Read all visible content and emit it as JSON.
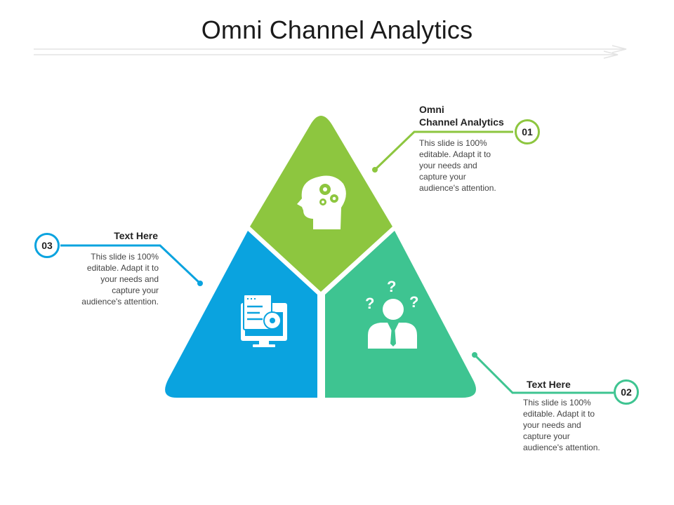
{
  "slide": {
    "title": "Omni Channel Analytics"
  },
  "colors": {
    "green": "#8dc63f",
    "blue": "#0aa3df",
    "teal": "#3ec491",
    "rule": "#d9d9d9"
  },
  "items": [
    {
      "number": "01",
      "title": "Omni\nChannel Analytics",
      "body": "This slide is 100%\neditable. Adapt it to\nyour needs and\ncapture your\naudience's attention.",
      "icon": "brain-gears-icon",
      "color": "#8dc63f"
    },
    {
      "number": "02",
      "title": "Text Here",
      "body": "This slide is 100%\neditable. Adapt it to\nyour needs and\ncapture your\naudience's attention.",
      "icon": "confused-person-icon",
      "color": "#3ec491"
    },
    {
      "number": "03",
      "title": "Text Here",
      "body": "This slide is 100%\neditable. Adapt it to\nyour needs and\ncapture your\naudience's attention.",
      "icon": "monitor-settings-icon",
      "color": "#0aa3df"
    }
  ]
}
